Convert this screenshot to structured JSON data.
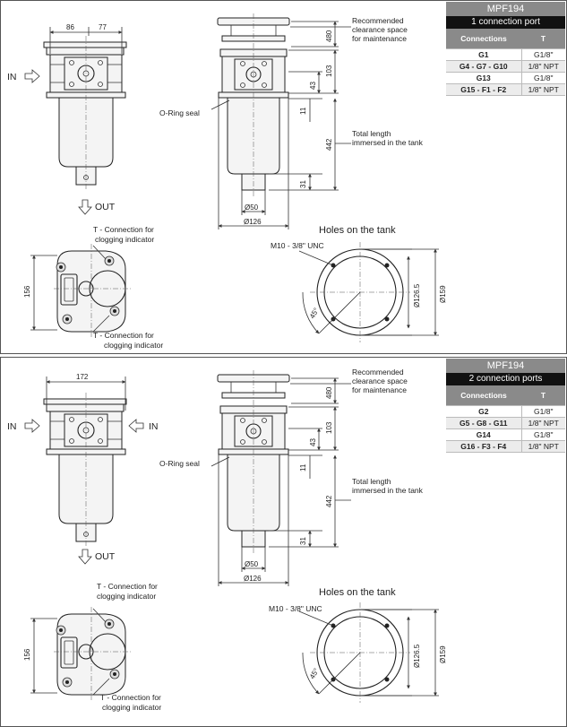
{
  "sections": [
    {
      "model": "MPF194",
      "ports_label": "1 connection port",
      "table_headers": [
        "Connections",
        "T"
      ],
      "rows": [
        {
          "code": "G1",
          "t": "G1/8\""
        },
        {
          "code": "G4 - G7 - G10",
          "t": "1/8\" NPT"
        },
        {
          "code": "G13",
          "t": "G1/8\""
        },
        {
          "code": "G15 - F1 - F2",
          "t": "1/8\" NPT"
        }
      ],
      "front_dims": [
        "86",
        "77"
      ],
      "in_label": "IN",
      "out_label": "OUT",
      "side_dims": [
        "480",
        "103",
        "43",
        "11",
        "442",
        "31"
      ],
      "diameters": [
        "Ø50",
        "Ø126"
      ],
      "notes": {
        "clearance": [
          "Recommended",
          "clearance space",
          "for maintenance"
        ],
        "oring": "O-Ring seal",
        "total_length": [
          "Total length",
          "immersed in the tank"
        ]
      },
      "holes_title": "Holes on the tank",
      "holes_thread": "M10 - 3/8\" UNC",
      "holes_dims": [
        "Ø126.5",
        "Ø159",
        "45°"
      ],
      "top_dim": "156",
      "t_top": [
        "T - Connection for",
        "clogging indicator"
      ],
      "t_bottom": [
        "T - Connection for",
        "clogging indicator"
      ]
    },
    {
      "model": "MPF194",
      "ports_label": "2 connection ports",
      "table_headers": [
        "Connections",
        "T"
      ],
      "rows": [
        {
          "code": "G2",
          "t": "G1/8\""
        },
        {
          "code": "G5 - G8 - G11",
          "t": "1/8\" NPT"
        },
        {
          "code": "G14",
          "t": "G1/8\""
        },
        {
          "code": "G16 - F3 - F4",
          "t": "1/8\" NPT"
        }
      ],
      "front_dims": [
        "172"
      ],
      "in_label": "IN",
      "out_label": "OUT",
      "side_dims": [
        "480",
        "103",
        "43",
        "11",
        "442",
        "31"
      ],
      "diameters": [
        "Ø50",
        "Ø126"
      ],
      "notes": {
        "clearance": [
          "Recommended",
          "clearance space",
          "for maintenance"
        ],
        "oring": "O-Ring seal",
        "total_length": [
          "Total length",
          "immersed in the tank"
        ]
      },
      "holes_title": "Holes on the tank",
      "holes_thread": "M10 - 3/8\" UNC",
      "holes_dims": [
        "Ø126.5",
        "Ø159",
        "45°"
      ],
      "top_dim": "156",
      "t_top": [
        "T - Connection for",
        "clogging indicator"
      ],
      "t_bottom": [
        "T - Connection for",
        "clogging indicator"
      ]
    }
  ]
}
